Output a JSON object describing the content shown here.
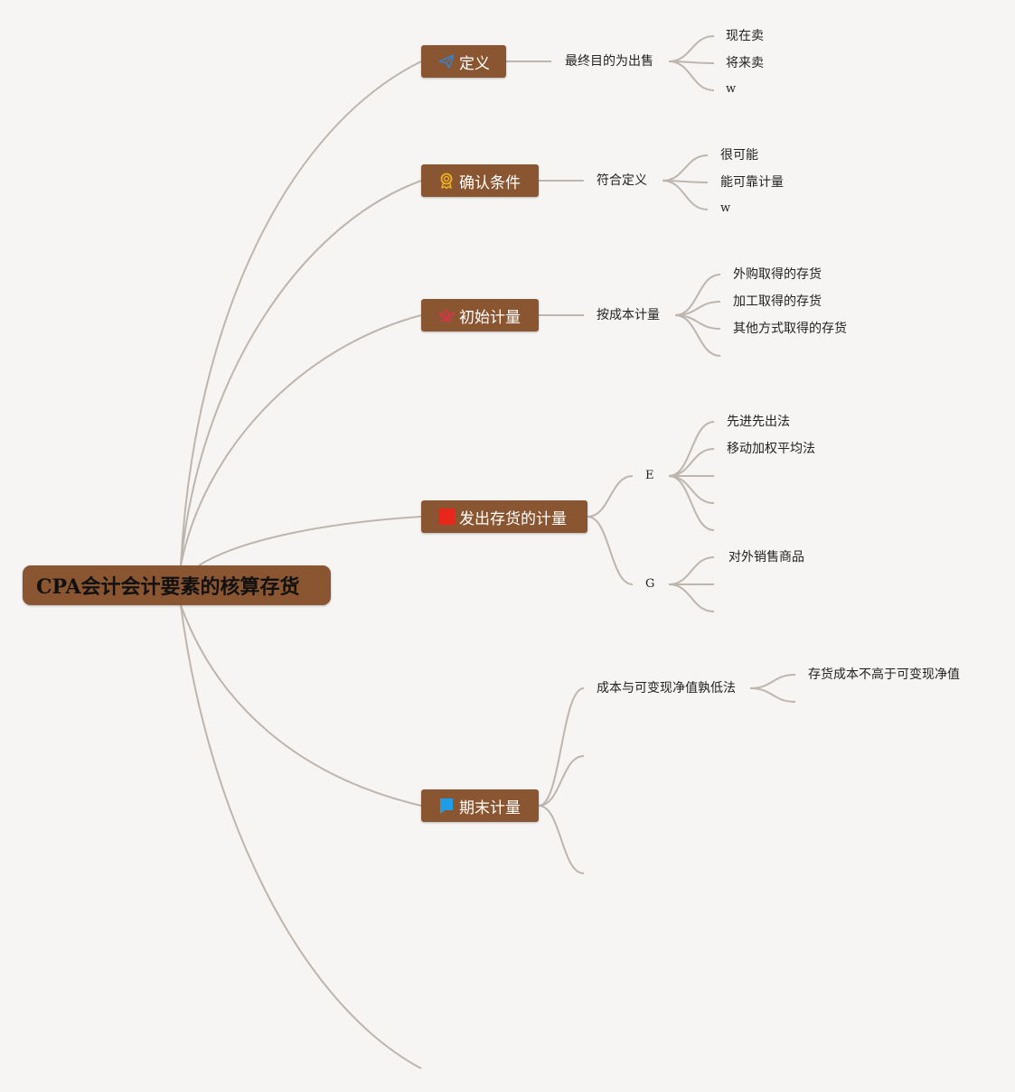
{
  "root": {
    "label": "CPA会计会计要素的核算存货"
  },
  "topics": [
    {
      "label": "定义",
      "icon": "paper-plane-icon",
      "sub": {
        "label": "最终目的为出售",
        "children": [
          "现在卖",
          "将来卖",
          "w"
        ]
      }
    },
    {
      "label": "确认条件",
      "icon": "award-ribbon-icon",
      "sub": {
        "label": "符合定义",
        "children": [
          "很可能",
          "能可靠计量",
          "w"
        ]
      }
    },
    {
      "label": "初始计量",
      "icon": "lotus-icon",
      "sub": {
        "label": "按成本计量",
        "children": [
          "外购取得的存货",
          "加工取得的存货",
          "其他方式取得的存货"
        ]
      }
    },
    {
      "label": "发出存货的计量",
      "icon": "red-square-icon",
      "subs": [
        {
          "label": "E",
          "children": [
            "先进先出法",
            "移动加权平均法"
          ]
        },
        {
          "label": "G",
          "children": [
            "对外销售商品"
          ]
        }
      ]
    },
    {
      "label": "期末计量",
      "icon": "blue-flag-icon",
      "sub": {
        "label": "成本与可变现净值孰低法",
        "children": [
          "存货成本不高于可变现净值"
        ]
      }
    }
  ],
  "colors": {
    "background": "#f7f5f3",
    "node_fill": "#8a5631",
    "edge": "#bdb5ae"
  }
}
